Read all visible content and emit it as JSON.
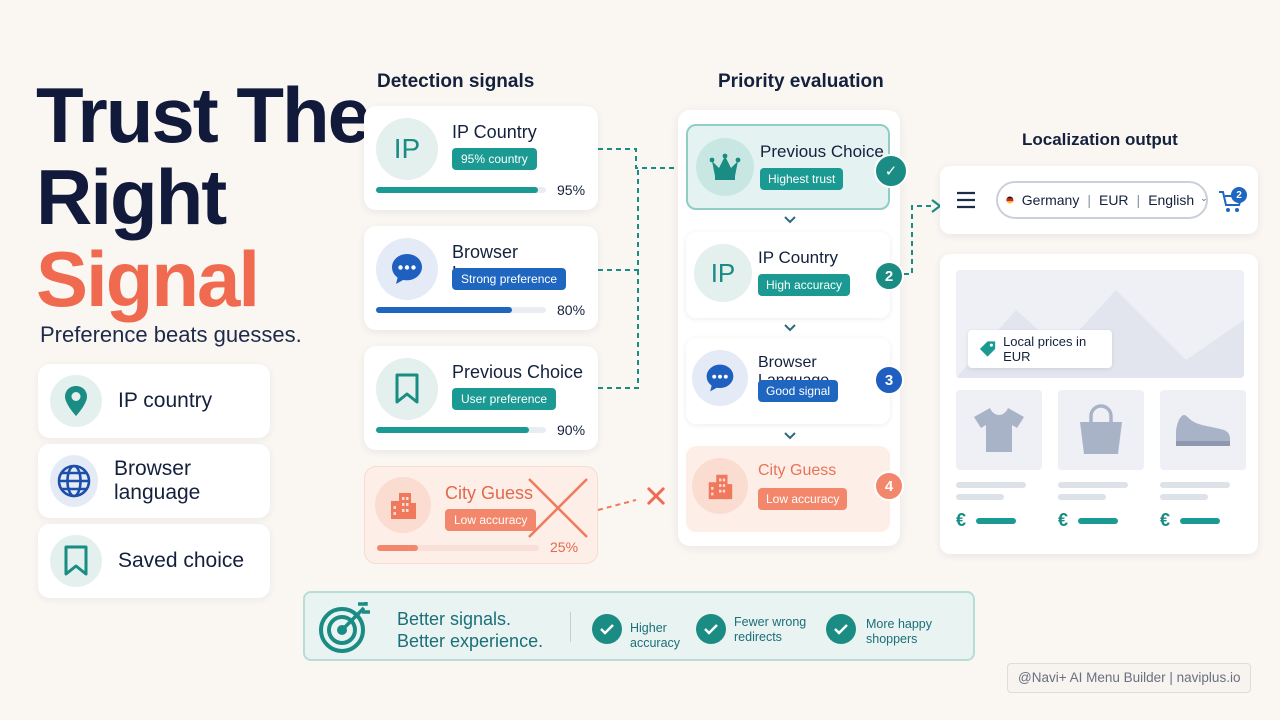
{
  "title": {
    "line1": "Trust The",
    "line2": "Right",
    "line3": "Signal"
  },
  "subtitle": "Preference beats guesses.",
  "features": [
    {
      "label": "IP country",
      "icon": "location-pin-icon"
    },
    {
      "label": "Browser language",
      "icon": "globe-icon"
    },
    {
      "label": "Saved choice",
      "icon": "bookmark-icon"
    }
  ],
  "detection": {
    "heading": "Detection signals",
    "signals": [
      {
        "name": "IP Country",
        "icon_text": "IP",
        "tag": "95% country",
        "percent_label": "95%",
        "value": 0.95,
        "color": "#1a9a93"
      },
      {
        "name": "Browser Language",
        "icon": "chat-bubble-icon",
        "tag": "Strong preference",
        "percent_label": "80%",
        "value": 0.8,
        "color": "#1f66c1"
      },
      {
        "name": "Previous Choice",
        "icon": "bookmark-icon",
        "tag": "User preference",
        "percent_label": "90%",
        "value": 0.9,
        "color": "#1a9a93"
      },
      {
        "name": "City Guess",
        "icon": "building-icon",
        "tag": "Low accuracy",
        "percent_label": "25%",
        "value": 0.25,
        "color": "#f2876c"
      }
    ]
  },
  "priority": {
    "heading": "Priority evaluation",
    "items": [
      {
        "name": "Previous Choice",
        "tag": "Highest trust",
        "rank": "✓",
        "icon": "crown-icon"
      },
      {
        "name": "IP Country",
        "tag": "High accuracy",
        "rank": "2",
        "icon_text": "IP"
      },
      {
        "name": "Browser Language",
        "tag": "Good signal",
        "rank": "3",
        "icon": "chat-bubble-icon"
      },
      {
        "name": "City Guess",
        "tag": "Low accuracy",
        "rank": "4",
        "icon": "building-icon"
      }
    ]
  },
  "output": {
    "heading": "Localization output",
    "country": "Germany",
    "currency": "EUR",
    "language": "English",
    "cart_count": "2",
    "price_chip": "Local prices in EUR",
    "currency_symbol": "€"
  },
  "banner": {
    "headline_1": "Better signals.",
    "headline_2": "Better experience.",
    "benefits": [
      {
        "line1": "Higher",
        "line2": "accuracy"
      },
      {
        "line1": "Fewer wrong",
        "line2": "redirects"
      },
      {
        "line1": "More happy",
        "line2": "shoppers"
      }
    ]
  },
  "watermark": "@Navi+ AI Menu Builder | naviplus.io",
  "colors": {
    "teal": "#1a9a93",
    "blue": "#1f66c1",
    "coral": "#f06a4f",
    "navy": "#111a3a"
  }
}
